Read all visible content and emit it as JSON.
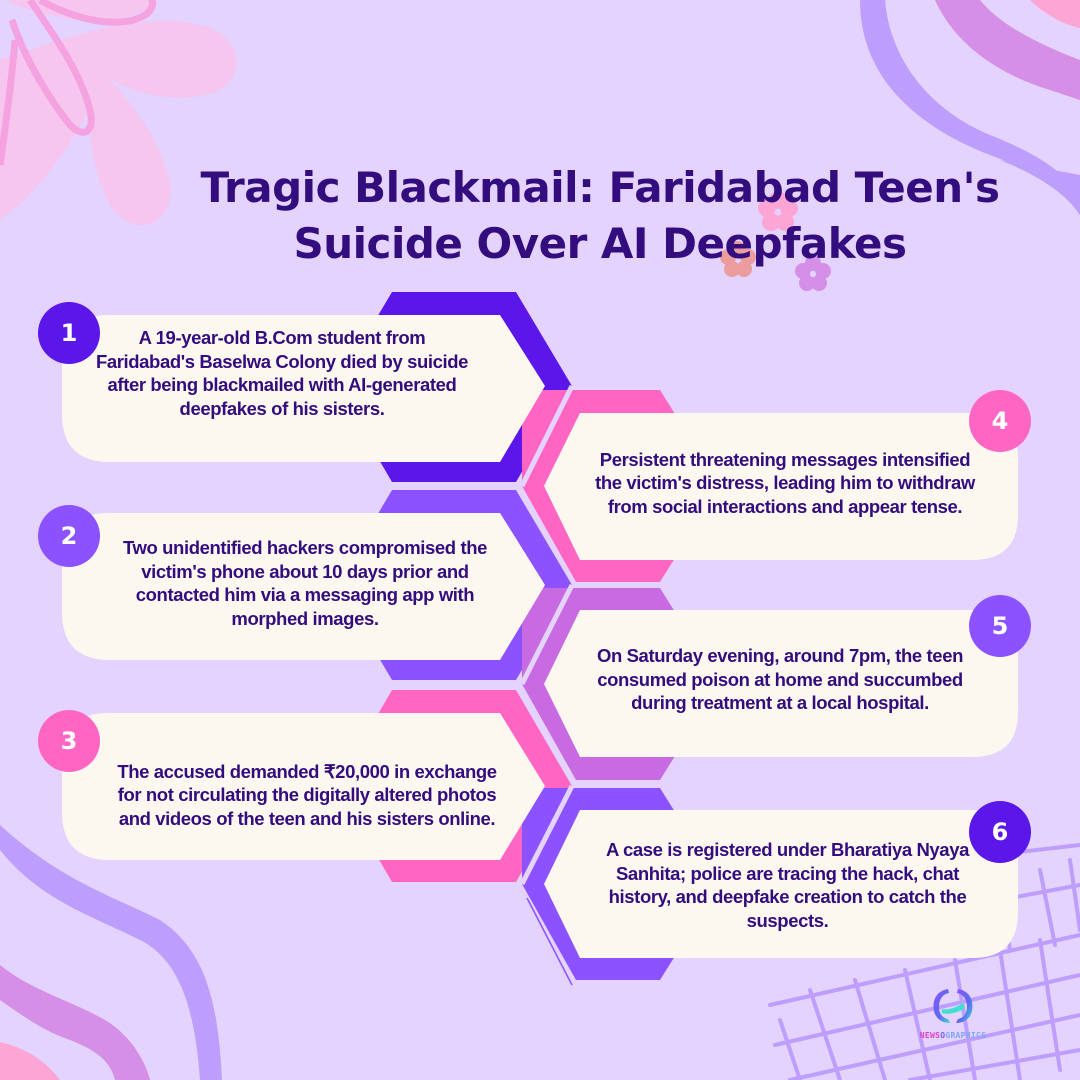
{
  "title": {
    "line1": "Tragic Blackmail: Faridabad Teen's",
    "line2": "Suicide Over AI Deepfakes"
  },
  "colors": {
    "background": "#e3d3fe",
    "title_text": "#330c7e",
    "card_fill": "#fdf8ef",
    "deep_purple": "#5b16ea",
    "violet": "#8c52ff",
    "pink": "#ff66c4",
    "orchid": "#c86ae2"
  },
  "steps": [
    {
      "number": "1",
      "color": "#5b16ea",
      "text": "A 19-year-old B.Com student from Faridabad's Baselwa Colony died by suicide after being blackmailed with AI-generated deepfakes of his sisters."
    },
    {
      "number": "2",
      "color": "#8c52ff",
      "text": "Two unidentified hackers compromised the victim's phone about 10 days prior and contacted him via a messaging app with morphed images."
    },
    {
      "number": "3",
      "color": "#ff66c4",
      "text": "The accused demanded ₹20,000 in exchange for not circulating the digitally altered photos and videos of the teen and his sisters online."
    },
    {
      "number": "4",
      "color": "#ff66c4",
      "text": "Persistent threatening messages intensified the victim's distress, leading him to withdraw from social interactions and appear tense."
    },
    {
      "number": "5",
      "color": "#8c52ff",
      "text": "On Saturday evening, around 7pm, the teen consumed poison at home and succumbed during treatment at a local hospital."
    },
    {
      "number": "6",
      "color": "#5b16ea",
      "text": "A case is registered under Bharatiya Nyaya Sanhita; police are tracing the hack, chat history, and deepfake creation to catch the suspects."
    }
  ],
  "logo": {
    "part1": "NEWS",
    "part2": "O",
    "part3": "GRAPHICS"
  }
}
